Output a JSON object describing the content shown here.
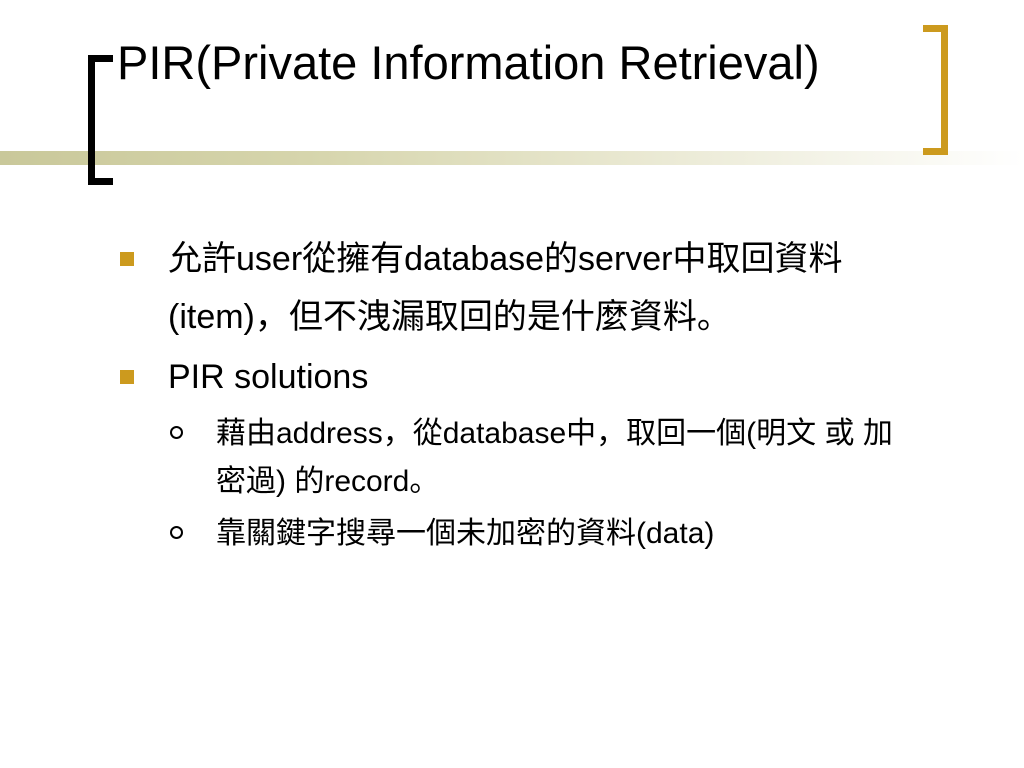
{
  "slide": {
    "title": "PIR(Private Information Retrieval)",
    "bullets": [
      {
        "text": "允許user從擁有database的server中取回資料(item)，但不洩漏取回的是什麼資料。"
      },
      {
        "text": "PIR solutions",
        "sub_bullets": [
          {
            "text": "藉由address，從database中，取回一個(明文 或 加密過) 的record。"
          },
          {
            "text": "靠關鍵字搜尋一個未加密的資料(data)"
          }
        ]
      }
    ]
  },
  "colors": {
    "accent": "#cc9a1e",
    "band": "#c9c89a",
    "text": "#000000",
    "background": "#ffffff"
  }
}
